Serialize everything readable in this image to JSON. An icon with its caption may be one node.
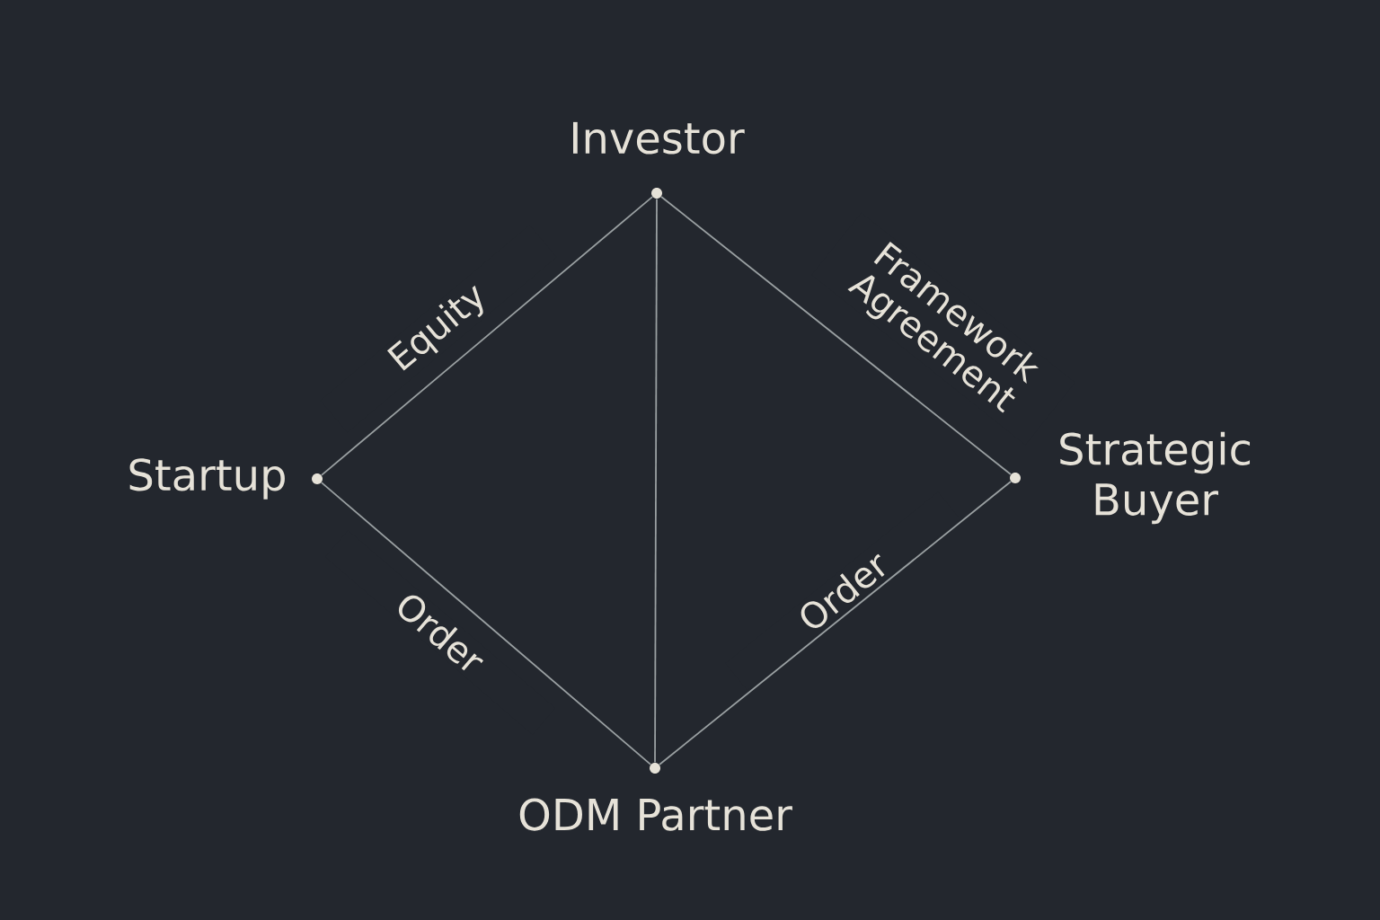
{
  "diagram": {
    "nodes": [
      {
        "text": [
          "Investor"
        ]
      },
      {
        "text": [
          "Startup"
        ]
      },
      {
        "text": [
          "Strategic Buyer"
        ]
      },
      {
        "text": [
          "ODM Partner"
        ]
      }
    ],
    "edges": [
      {
        "from": 1,
        "to": 0,
        "arrow": "none",
        "label": "Equity"
      },
      {
        "from": 0,
        "to": 2,
        "arrow": "none",
        "label": "Framework Agreement"
      },
      {
        "from": 0,
        "to": 3,
        "arrow": "none"
      },
      {
        "from": 1,
        "to": 3,
        "arrow": "none",
        "label": "Order"
      },
      {
        "from": 3,
        "to": 2,
        "arrow": "none",
        "label": "Order"
      }
    ]
  }
}
